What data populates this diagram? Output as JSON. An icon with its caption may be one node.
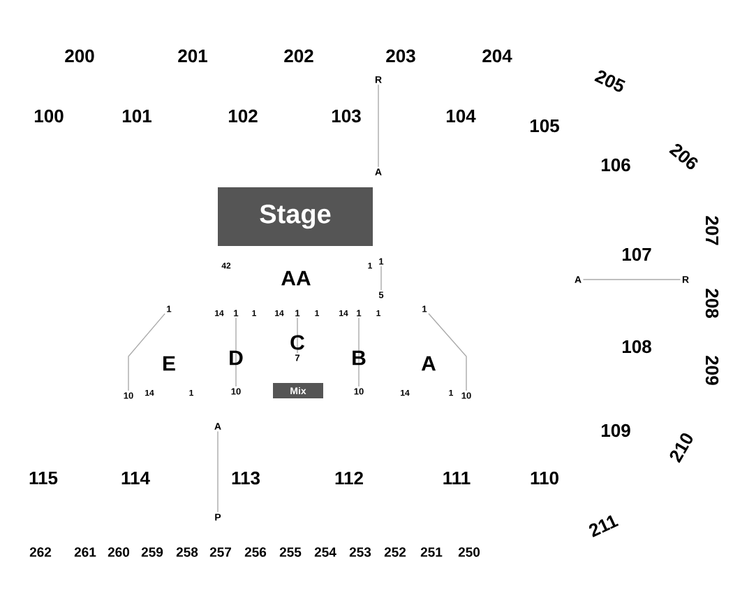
{
  "diagram": {
    "nodes": [
      {
        "text": [
          "Stage"
        ]
      },
      {
        "text": [
          "Mix"
        ]
      },
      {
        "text": [
          "R"
        ]
      },
      {
        "text": [
          "A"
        ]
      },
      {
        "text": [
          "1"
        ]
      },
      {
        "text": [
          "5"
        ]
      },
      {
        "text": [
          "1"
        ]
      },
      {
        "text": [
          "10"
        ]
      },
      {
        "text": [
          "1"
        ]
      },
      {
        "text": [
          "10"
        ]
      },
      {
        "text": [
          "1"
        ]
      },
      {
        "text": [
          "7"
        ]
      },
      {
        "text": [
          "1"
        ]
      },
      {
        "text": [
          "10"
        ]
      },
      {
        "text": [
          "1"
        ]
      },
      {
        "text": [
          "10"
        ]
      },
      {
        "text": [
          "A"
        ]
      },
      {
        "text": [
          "R"
        ]
      },
      {
        "text": [
          "A"
        ]
      },
      {
        "text": [
          "P"
        ]
      }
    ],
    "edges": [
      {
        "from": 2,
        "to": 3,
        "arrow": "none"
      },
      {
        "from": 4,
        "to": 5,
        "arrow": "none"
      },
      {
        "from": 6,
        "to": 7,
        "arrow": "none"
      },
      {
        "from": 8,
        "to": 9,
        "arrow": "none"
      },
      {
        "from": 10,
        "to": 11,
        "arrow": "none"
      },
      {
        "from": 12,
        "to": 13,
        "arrow": "none"
      },
      {
        "from": 14,
        "to": 15,
        "arrow": "none"
      },
      {
        "from": 16,
        "to": 17,
        "arrow": "none"
      },
      {
        "from": 18,
        "to": 19,
        "arrow": "none"
      }
    ],
    "labels": [
      "200",
      "201",
      "202",
      "203",
      "204",
      "205",
      "100",
      "101",
      "102",
      "103",
      "104",
      "105",
      "106",
      "206",
      "207",
      "107",
      "208",
      "209",
      "108",
      "42",
      "1",
      "AA",
      "14",
      "1",
      "14",
      "1",
      "14",
      "1",
      "E",
      "D",
      "C",
      "B",
      "A",
      "14",
      "1",
      "14",
      "1",
      "109",
      "210",
      "115",
      "114",
      "113",
      "112",
      "111",
      "110",
      "211",
      "262",
      "261",
      "260",
      "259",
      "258",
      "257",
      "256",
      "255",
      "254",
      "253",
      "252",
      "251",
      "250"
    ]
  }
}
